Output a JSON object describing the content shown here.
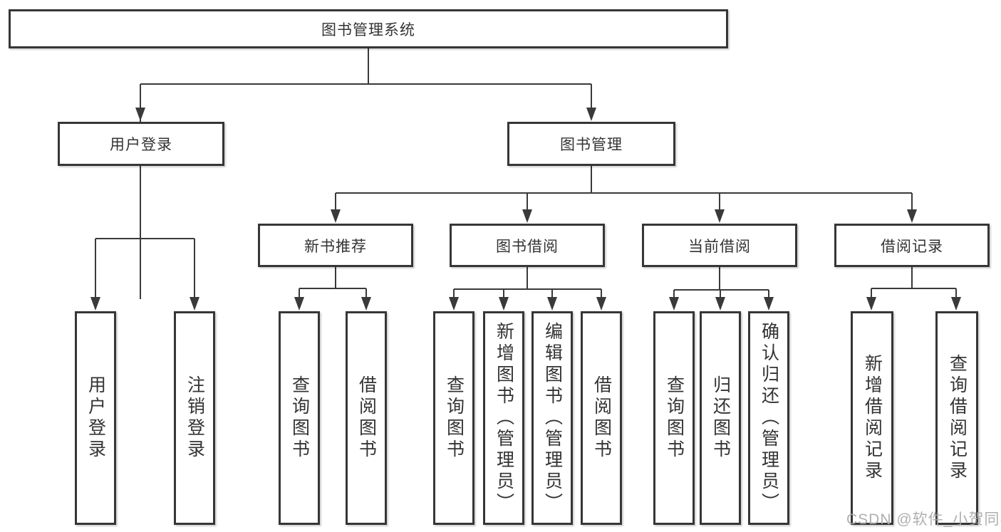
{
  "tree": {
    "root": {
      "label": "图书管理系统",
      "children": [
        {
          "label": "用户登录",
          "children": [
            {
              "label": "用户登录"
            },
            {
              "label": "注销登录"
            }
          ]
        },
        {
          "label": "图书管理",
          "children": [
            {
              "label": "新书推荐",
              "children": [
                {
                  "label": "查询图书"
                },
                {
                  "label": "借阅图书"
                }
              ]
            },
            {
              "label": "图书借阅",
              "children": [
                {
                  "label": "查询图书"
                },
                {
                  "label": "新增图书（管理员）"
                },
                {
                  "label": "编辑图书（管理员）"
                },
                {
                  "label": "借阅图书"
                }
              ]
            },
            {
              "label": "当前借阅",
              "children": [
                {
                  "label": "查询图书"
                },
                {
                  "label": "归还图书"
                },
                {
                  "label": "确认归还（管理员）"
                }
              ]
            },
            {
              "label": "借阅记录",
              "children": [
                {
                  "label": "新增借阅记录"
                },
                {
                  "label": "查询借阅记录"
                }
              ]
            }
          ]
        }
      ]
    }
  },
  "watermark": {
    "text": "CSDN @软件_小贺同学"
  },
  "colors": {
    "box_border": "#363636",
    "box_text": "#333333",
    "connector_line": "#3a3a3a",
    "watermark_text": "#a8a8a8",
    "background": "#ffffff"
  }
}
